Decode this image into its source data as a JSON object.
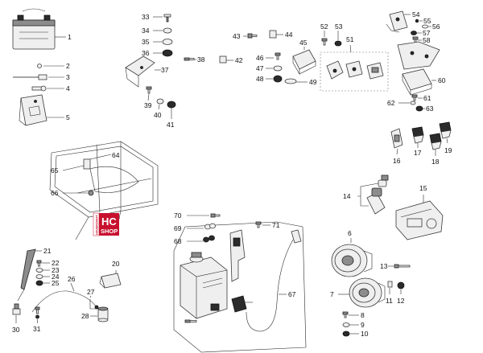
{
  "logo": {
    "top": "HC",
    "bottom": "SHOP",
    "side": "HOVERCRAFT",
    "accent_color": "#c8102e"
  },
  "labels": {
    "1": "1",
    "2": "2",
    "3": "3",
    "4": "4",
    "5": "5",
    "6": "6",
    "7": "7",
    "8": "8",
    "9": "9",
    "10": "10",
    "11": "11",
    "12": "12",
    "13": "13",
    "14": "14",
    "15": "15",
    "16": "16",
    "17": "17",
    "18": "18",
    "19": "19",
    "20": "20",
    "21": "21",
    "22": "22",
    "23": "23",
    "24": "24",
    "25": "25",
    "26": "26",
    "27": "27",
    "28": "28",
    "30": "30",
    "31": "31",
    "33": "33",
    "34": "34",
    "35": "35",
    "36": "36",
    "37": "37",
    "38": "38",
    "39": "39",
    "40": "40",
    "41": "41",
    "42": "42",
    "43": "43",
    "44": "44",
    "45": "45",
    "46": "46",
    "47": "47",
    "48": "48",
    "49": "49",
    "51": "51",
    "52": "52",
    "53": "53",
    "54": "54",
    "55": "55",
    "56": "56",
    "57": "57",
    "58": "58",
    "60": "60",
    "61": "61",
    "62": "62",
    "63": "63",
    "64": "64",
    "65": "65",
    "66": "66",
    "67": "67",
    "68": "68",
    "69": "69",
    "70": "70",
    "71": "71"
  }
}
